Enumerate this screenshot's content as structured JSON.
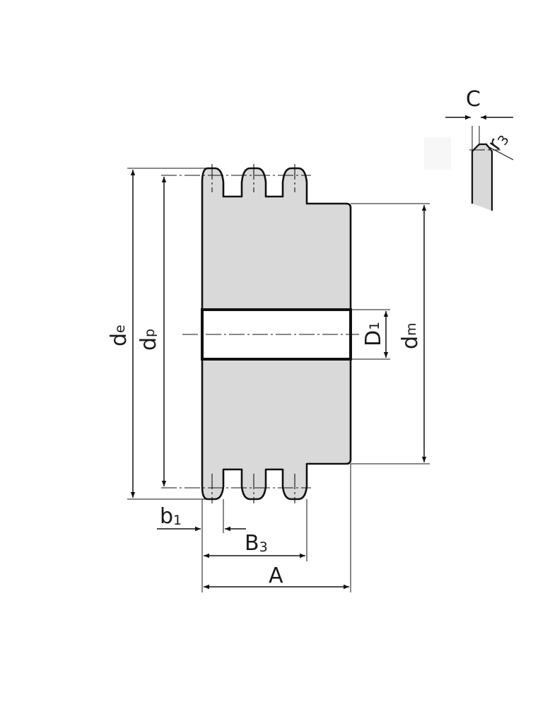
{
  "colors": {
    "body_fill": "#d9d9d9",
    "line": "#111111",
    "background": "#ffffff"
  },
  "labels": {
    "de": {
      "main": "d",
      "sub": "e"
    },
    "dp": {
      "main": "d",
      "sub": "p"
    },
    "D1": {
      "main": "D",
      "sub": "1"
    },
    "dm": {
      "main": "d",
      "sub": "m"
    },
    "b1": {
      "main": "b",
      "sub": "1"
    },
    "B3": {
      "main": "B",
      "sub": "3"
    },
    "A": {
      "main": "A"
    },
    "C": {
      "main": "C"
    },
    "r3": {
      "main": "r",
      "sub": "3"
    }
  }
}
